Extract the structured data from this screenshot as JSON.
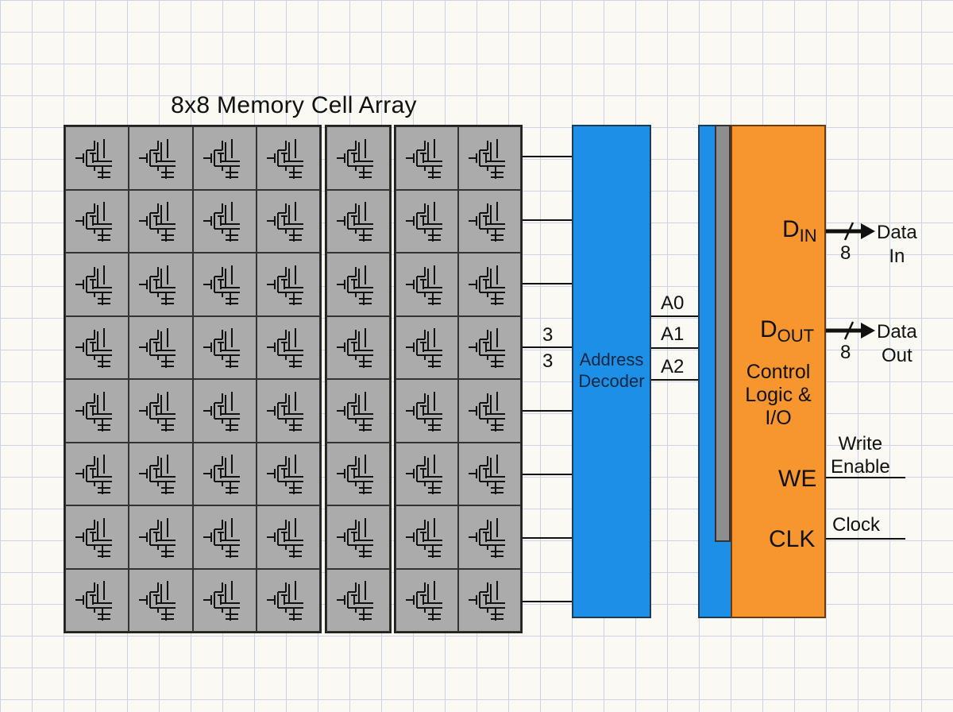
{
  "title": "8x8 Memory Cell Array",
  "decoder": {
    "line1": "Address",
    "line2": "Decoder"
  },
  "bus_labels": {
    "top": "3",
    "bottom": "3"
  },
  "address_lines": [
    "A0",
    "A1",
    "A2"
  ],
  "control": {
    "line1": "Control",
    "line2": "Logic &",
    "line3": "I/O",
    "din_main": "D",
    "din_sub": "IN",
    "dout_main": "D",
    "dout_sub": "OUT",
    "we": "WE",
    "clk": "CLK"
  },
  "signals": {
    "data_in_width": "8",
    "data_in_1": "Data",
    "data_in_2": "In",
    "data_out_width": "8",
    "data_out_1": "Data",
    "data_out_2": "Out",
    "write_enable_1": "Write",
    "write_enable_2": "Enable",
    "clock": "Clock"
  },
  "array": {
    "rows": 8,
    "cols": 8
  },
  "colors": {
    "grid_line": "#c9d5e3",
    "background": "#faf9f4",
    "cell_fill": "#ababab",
    "decoder_fill": "#1e8fe6",
    "control_fill": "#f7962f",
    "strip_fill": "#8e8e8e"
  }
}
